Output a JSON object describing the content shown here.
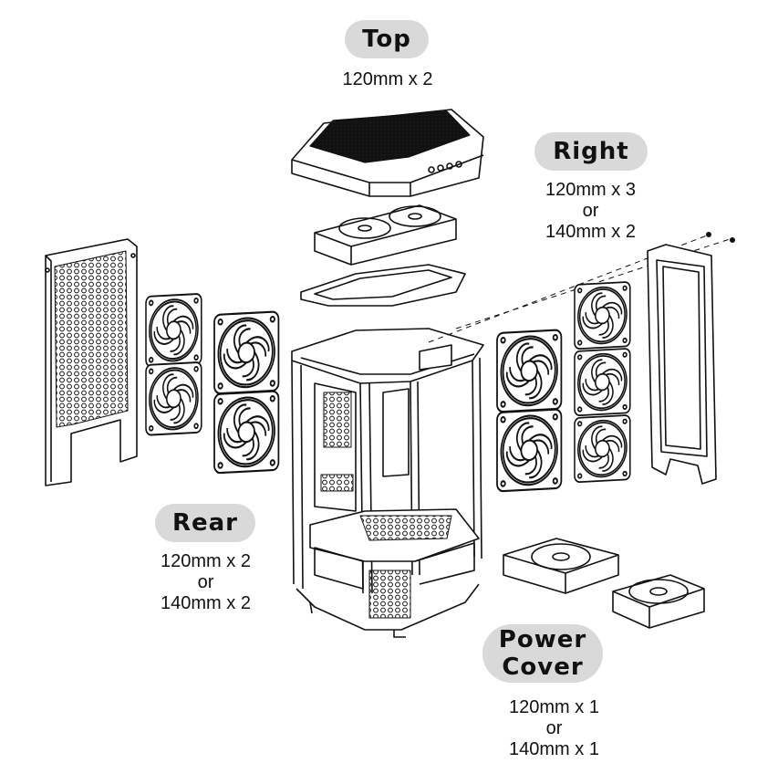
{
  "top": {
    "label": "Top",
    "spec": [
      "120mm x 2"
    ]
  },
  "right": {
    "label": "Right",
    "spec": [
      "120mm x 3",
      "or",
      "140mm x 2"
    ]
  },
  "rear": {
    "label": "Rear",
    "spec": [
      "120mm x 2",
      "or",
      "140mm x 2"
    ]
  },
  "power_cover": {
    "label_line1": "Power",
    "label_line2": "Cover",
    "spec": [
      "120mm x 1",
      "or",
      "140mm x 1"
    ]
  },
  "colors": {
    "ink": "#111111",
    "pill": "#d9d9d9",
    "paper": "#ffffff"
  }
}
